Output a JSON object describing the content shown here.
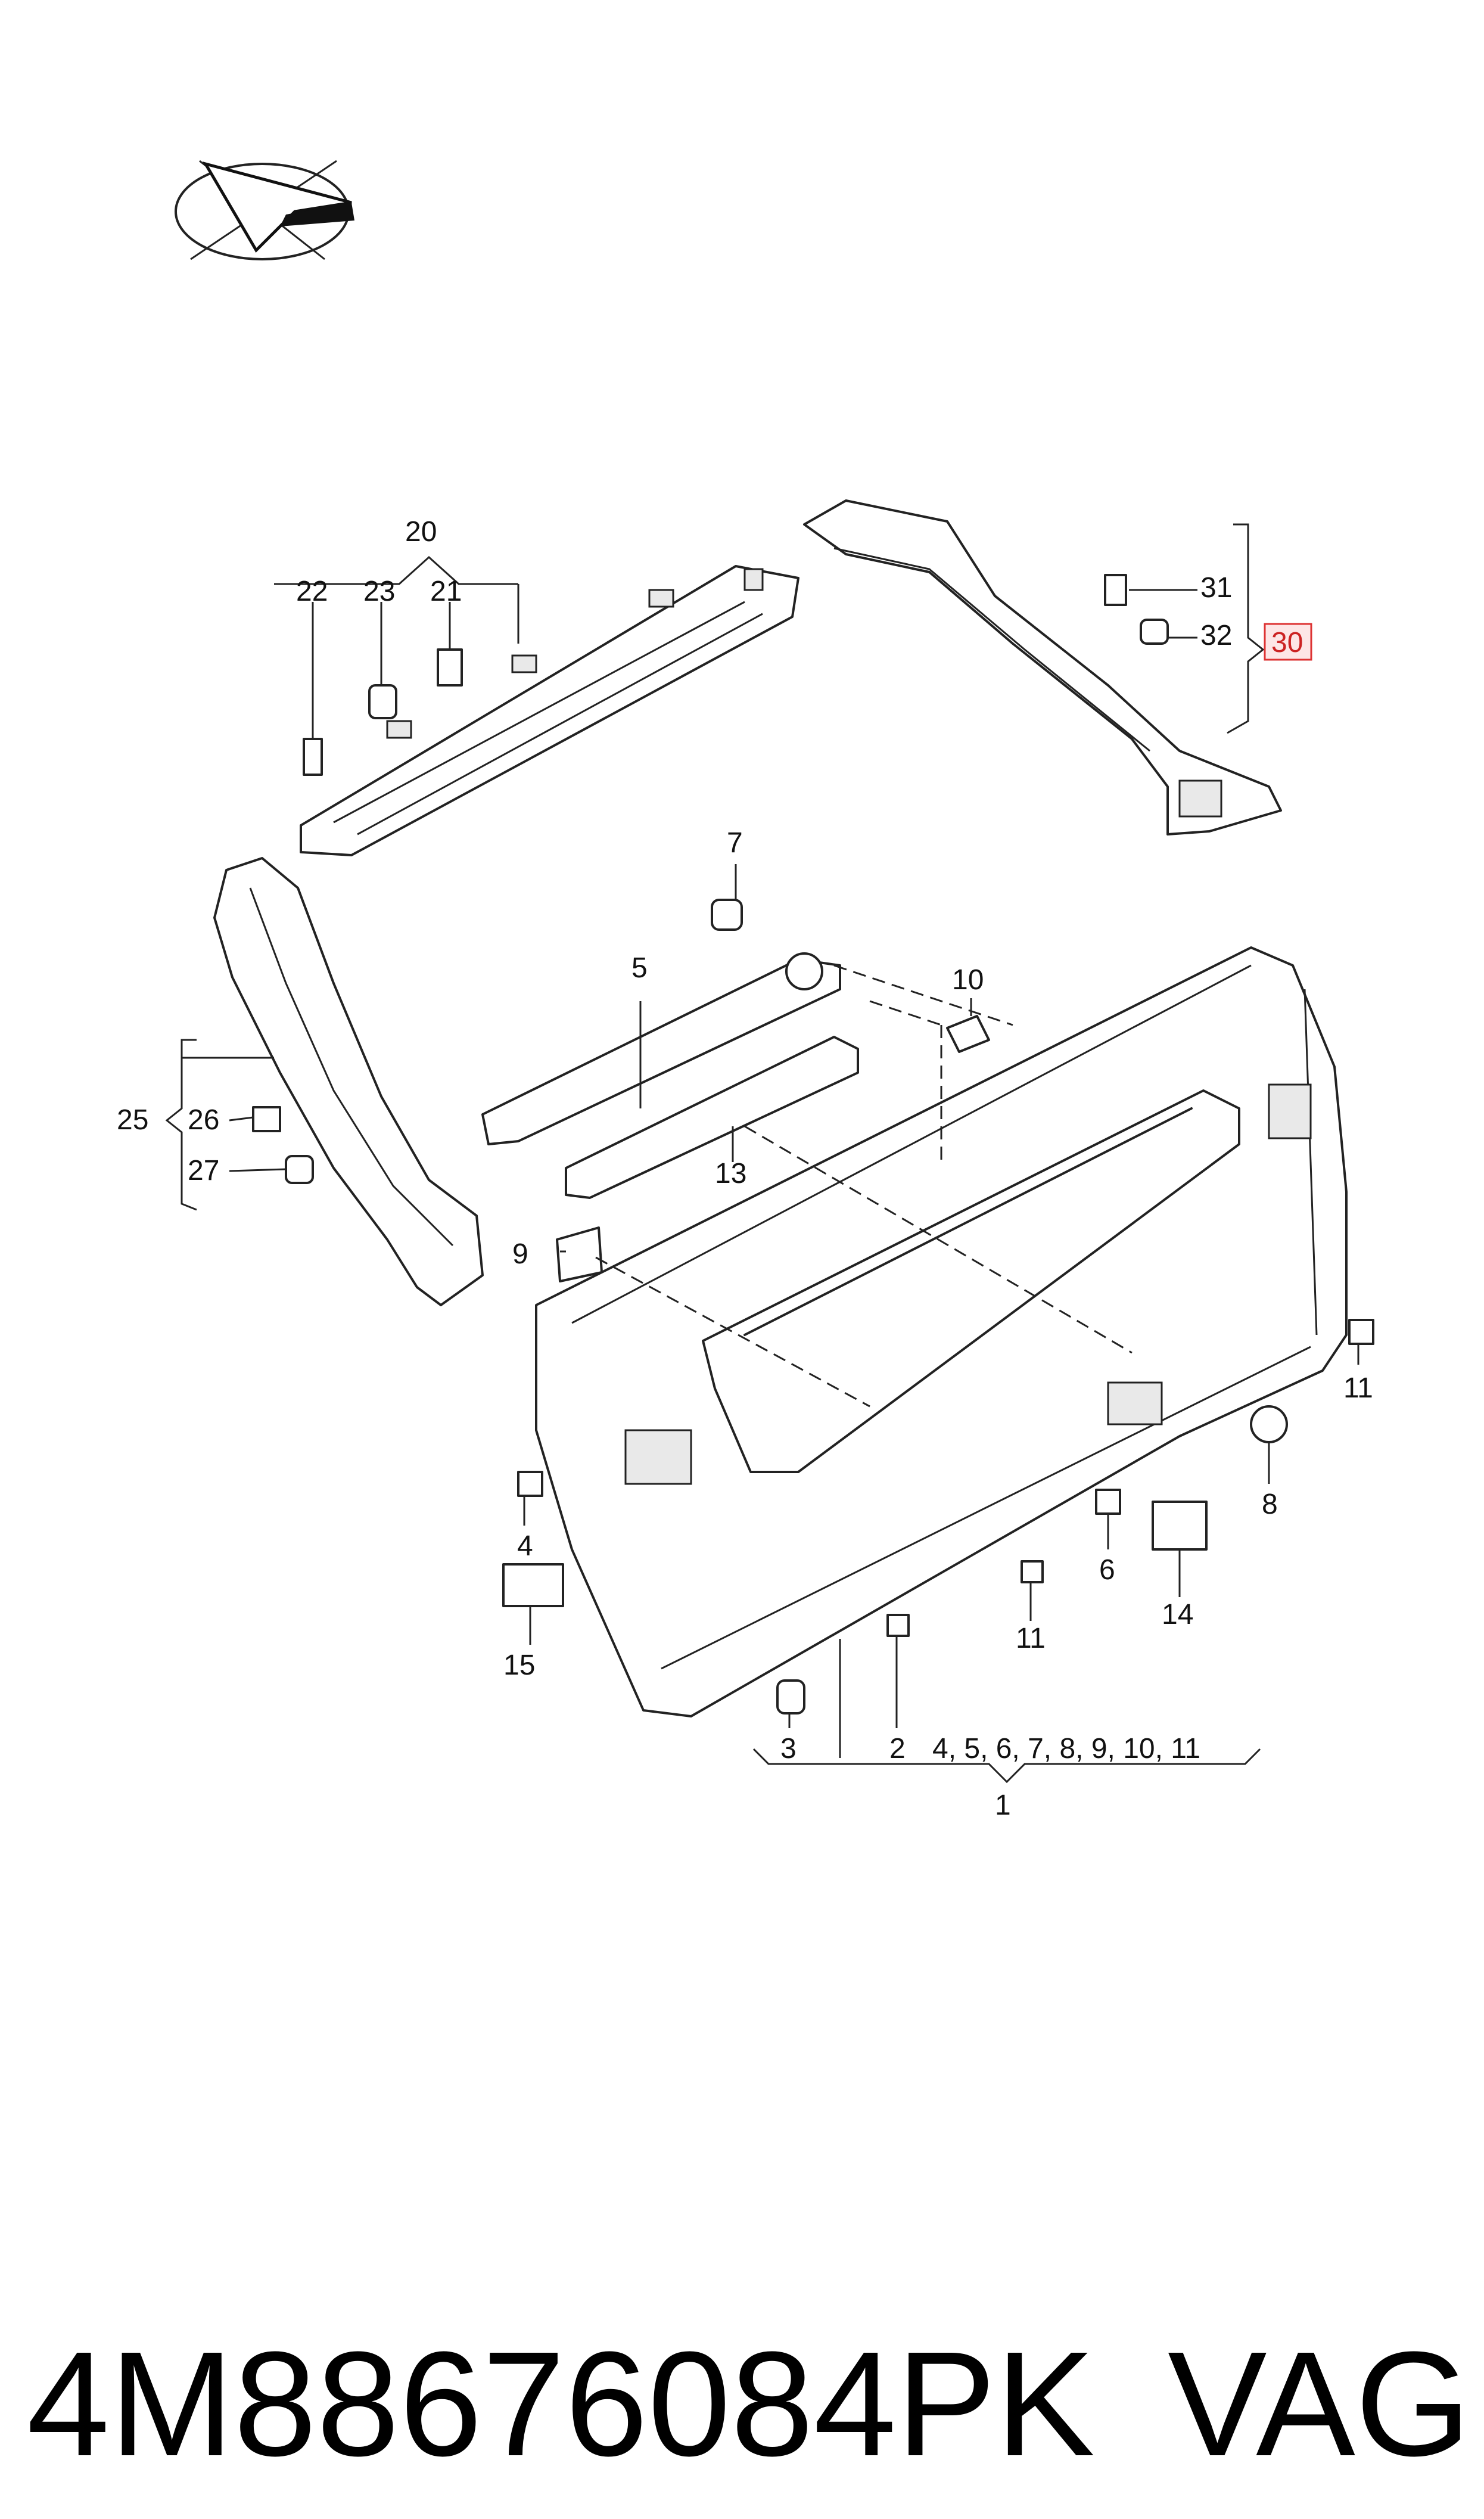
{
  "labels": {
    "l1": "1",
    "l2": "2",
    "l3": "3",
    "l4": "4",
    "l5": "5",
    "l6": "6",
    "l7": "7",
    "l8": "8",
    "l9": "9",
    "l10": "10",
    "l11a": "11",
    "l11b": "11",
    "l13": "13",
    "l14": "14",
    "l15": "15",
    "l20": "20",
    "l21": "21",
    "l22": "22",
    "l23": "23",
    "l25": "25",
    "l26": "26",
    "l27": "27",
    "l30": "30",
    "l31": "31",
    "l32": "32",
    "group1": "4, 5, 6, 7, 8, 9, 10, 11"
  },
  "part_number": "4M88676084PK",
  "brand": "VAG",
  "highlight_color": "#d33333",
  "icon": "direction-arrow-icon"
}
